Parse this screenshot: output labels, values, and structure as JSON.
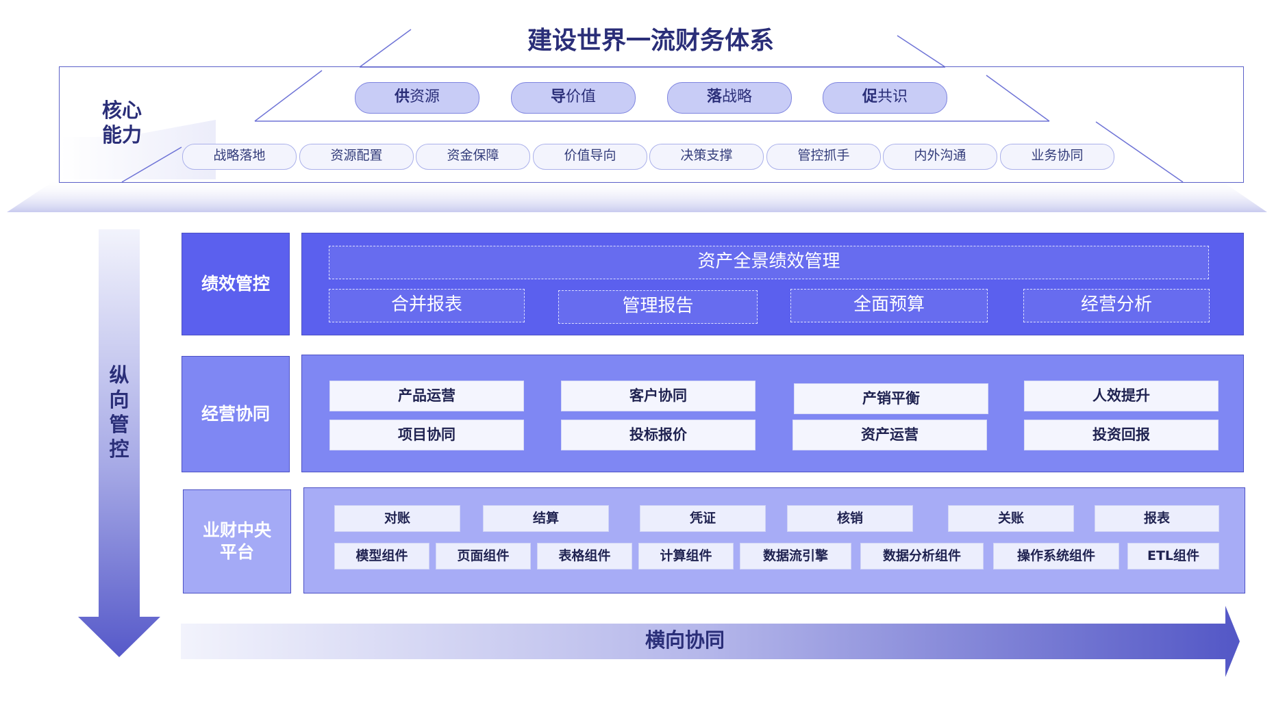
{
  "title": "建设世界一流财务体系",
  "core": {
    "label_line1": "核心",
    "label_line2": "能力",
    "top_pills": [
      {
        "bold": "供",
        "rest": "资源"
      },
      {
        "bold": "导",
        "rest": "价值"
      },
      {
        "bold": "落",
        "rest": "战略"
      },
      {
        "bold": "促",
        "rest": "共识"
      }
    ],
    "bottom_pills": [
      "战略落地",
      "资源配置",
      "资金保障",
      "价值导向",
      "决策支撑",
      "管控抓手",
      "内外沟通",
      "业务协同"
    ]
  },
  "vertical_arrow": {
    "chars": [
      "纵",
      "向",
      "管",
      "控"
    ]
  },
  "horizontal_arrow": {
    "label": "横向协同"
  },
  "rows": {
    "performance": {
      "label": "绩效管控",
      "wide": "资产全景绩效管理",
      "items": [
        "合并报表",
        "管理报告",
        "全面预算",
        "经营分析"
      ]
    },
    "operation": {
      "label": "经营协同",
      "items": [
        "产品运营",
        "客户协同",
        "产销平衡",
        "人效提升",
        "项目协同",
        "投标报价",
        "资产运营",
        "投资回报"
      ]
    },
    "platform": {
      "label_line1": "业财中央",
      "label_line2": "平台",
      "row1": [
        "对账",
        "结算",
        "凭证",
        "核销",
        "关账",
        "报表"
      ],
      "row2": [
        "模型组件",
        "页面组件",
        "表格组件",
        "计算组件",
        "数据流引擎",
        "数据分析组件",
        "操作系统组件",
        "ETL组件"
      ]
    }
  },
  "colors": {
    "dark_blue": "#5b60ee",
    "mid_blue": "#8088f4",
    "light_blue": "#a6acf6",
    "text_dark": "#2a2e78"
  }
}
